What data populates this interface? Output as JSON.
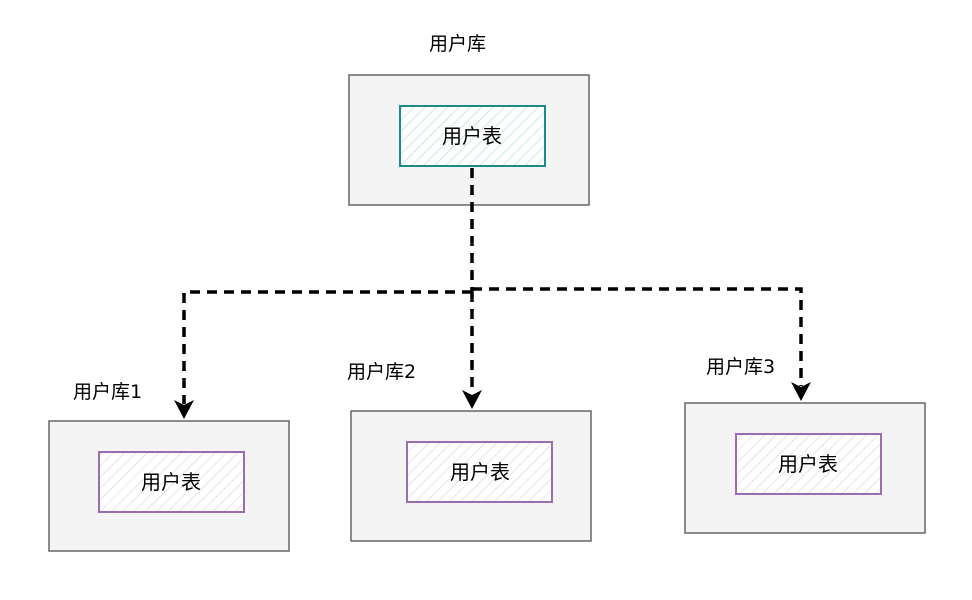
{
  "source_db": {
    "label": "用户库",
    "table": "用户表"
  },
  "shards": [
    {
      "label": "用户库1",
      "table": "用户表"
    },
    {
      "label": "用户库2",
      "table": "用户表"
    },
    {
      "label": "用户库3",
      "table": "用户表"
    }
  ],
  "colors": {
    "db_fill": "#f4f4f4",
    "db_stroke": "#666666",
    "source_table": "#1a8a8a",
    "shard_table": "#9b6cb0",
    "connector": "#000000"
  }
}
